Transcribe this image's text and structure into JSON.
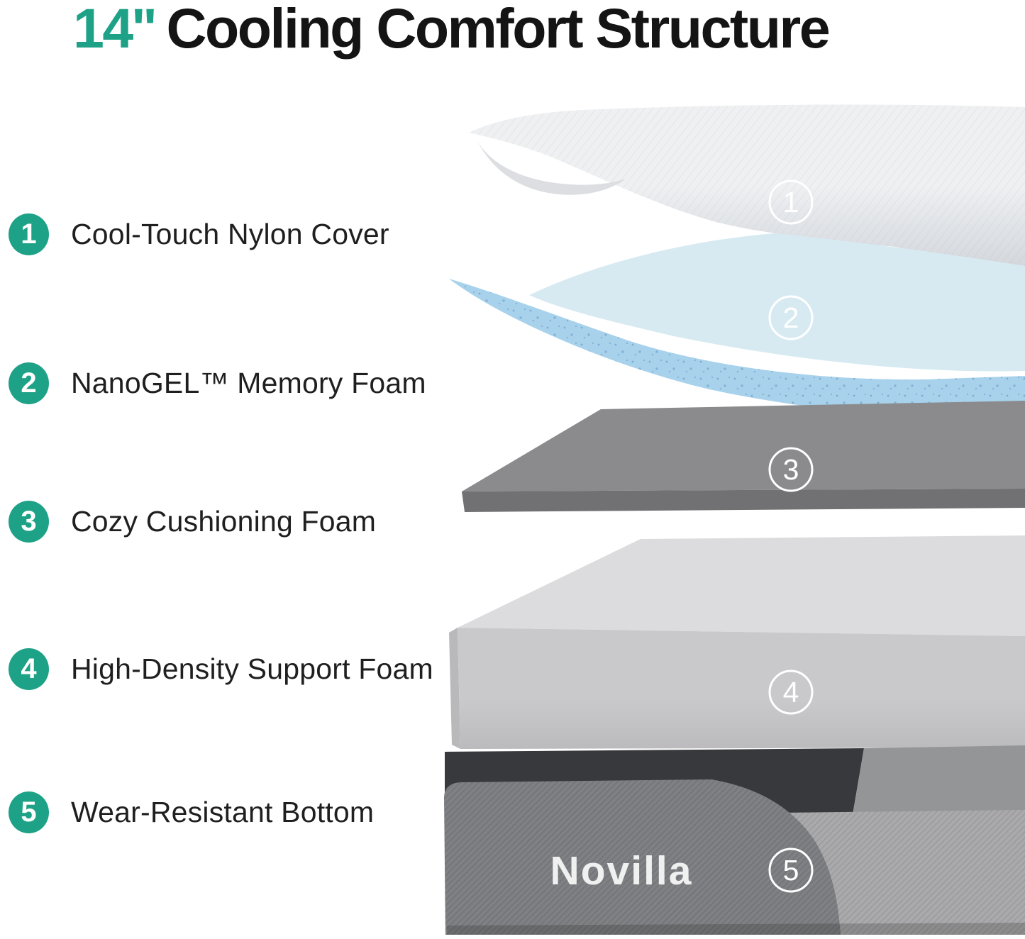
{
  "title": {
    "highlight": "14''",
    "rest": "Cooling Comfort Structure"
  },
  "colors": {
    "accent_green": "#1ea287",
    "title_text": "#141414",
    "label_text": "#1f1f1f",
    "marker_ring": "#ffffff"
  },
  "legend": {
    "items": [
      {
        "number": "1",
        "label": "Cool-Touch Nylon Cover"
      },
      {
        "number": "2",
        "label": "NanoGEL™ Memory Foam"
      },
      {
        "number": "3",
        "label": "Cozy Cushioning Foam"
      },
      {
        "number": "4",
        "label": "High-Density Support Foam"
      },
      {
        "number": "5",
        "label": "Wear-Resistant Bottom"
      }
    ]
  },
  "diagram": {
    "brand_logo": "Novilla",
    "layers": [
      {
        "number": "1",
        "top_color": "#eef0f2",
        "front_color": "#dcdee1"
      },
      {
        "number": "2",
        "top_color": "#d7eaf2",
        "front_color": "#a8d2ec"
      },
      {
        "number": "3",
        "top_color": "#8b8b8e",
        "front_color": "#717174"
      },
      {
        "number": "4",
        "top_color": "#dcdcde",
        "front_color": "#c9c9cc"
      },
      {
        "number": "5",
        "top_color": "#38393c",
        "top_right_color": "#939597",
        "front_color": "#a8a8aa",
        "wrap_color": "#7c7e81"
      }
    ]
  }
}
